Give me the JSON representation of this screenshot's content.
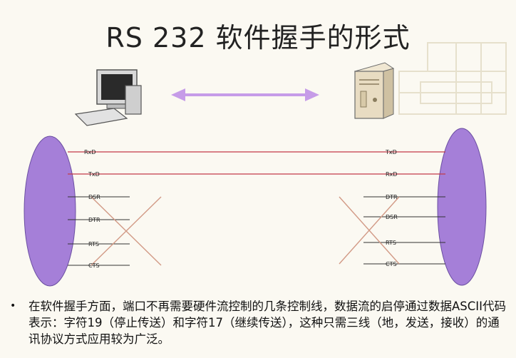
{
  "title": "RS 232 软件握手的形式",
  "left_signals": [
    "RxD",
    "TxD",
    "DSR",
    "DTR",
    "RTS",
    "CTS"
  ],
  "right_signals": [
    "TxD",
    "RxD",
    "DTR",
    "DSR",
    "RTS",
    "CTS"
  ],
  "footer_text": "在软件握手方面，端口不再需要硬件流控制的几条控制线，数据流的启停通过数据ASCII代码表示：字符19（停止传送）和字符17（继续传送），这种只需三线（地，发送，接收）的通讯协议方式应用较为广泛。",
  "colors": {
    "ellipse": "#a57fd8",
    "arrow": "#c69ce8",
    "data_line": "#c23a4a",
    "cross": "#d29a86"
  },
  "icons": [
    "computer-icon",
    "server-icon"
  ]
}
